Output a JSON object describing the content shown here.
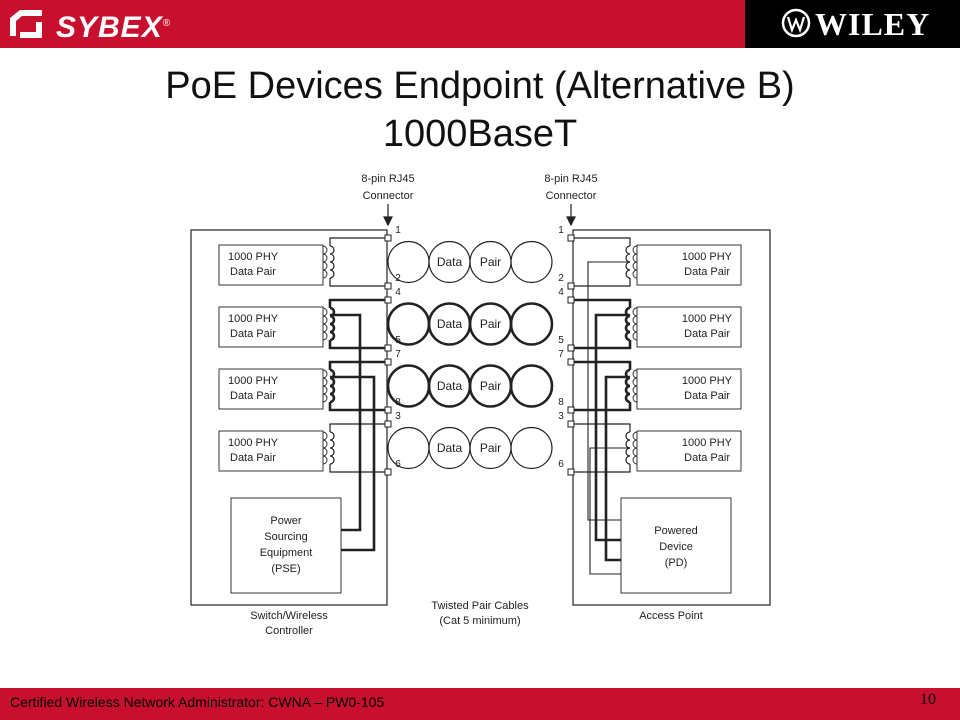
{
  "header": {
    "publisher_logo": "SYBEX",
    "partner_logo": "WILEY",
    "brand_color": "#c8102e"
  },
  "title": {
    "line1": "PoE Devices Endpoint (Alternative B)",
    "line2": "1000BaseT"
  },
  "diagram": {
    "connector_label_line1": "8-pin RJ45",
    "connector_label_line2": "Connector",
    "phy_line1": "1000 PHY",
    "phy_line2": "Data Pair",
    "pair_word_data": "Data",
    "pair_word_pair": "Pair",
    "pins_rows": [
      {
        "top": "1",
        "bottom": "2"
      },
      {
        "top": "4",
        "bottom": "5"
      },
      {
        "top": "7",
        "bottom": "8"
      },
      {
        "top": "3",
        "bottom": "6"
      }
    ],
    "pse_lines": [
      "Power",
      "Sourcing",
      "Equipment",
      "(PSE)"
    ],
    "pd_lines": [
      "Powered",
      "Device",
      "(PD)"
    ],
    "left_caption_lines": [
      "Switch/Wireless",
      "Controller"
    ],
    "cable_caption_lines": [
      "Twisted Pair Cables",
      "(Cat 5 minimum)"
    ],
    "right_caption": "Access Point"
  },
  "footer": {
    "text": "Certified Wireless Network Administrator: CWNA – PW0-105",
    "page_number": "10"
  }
}
